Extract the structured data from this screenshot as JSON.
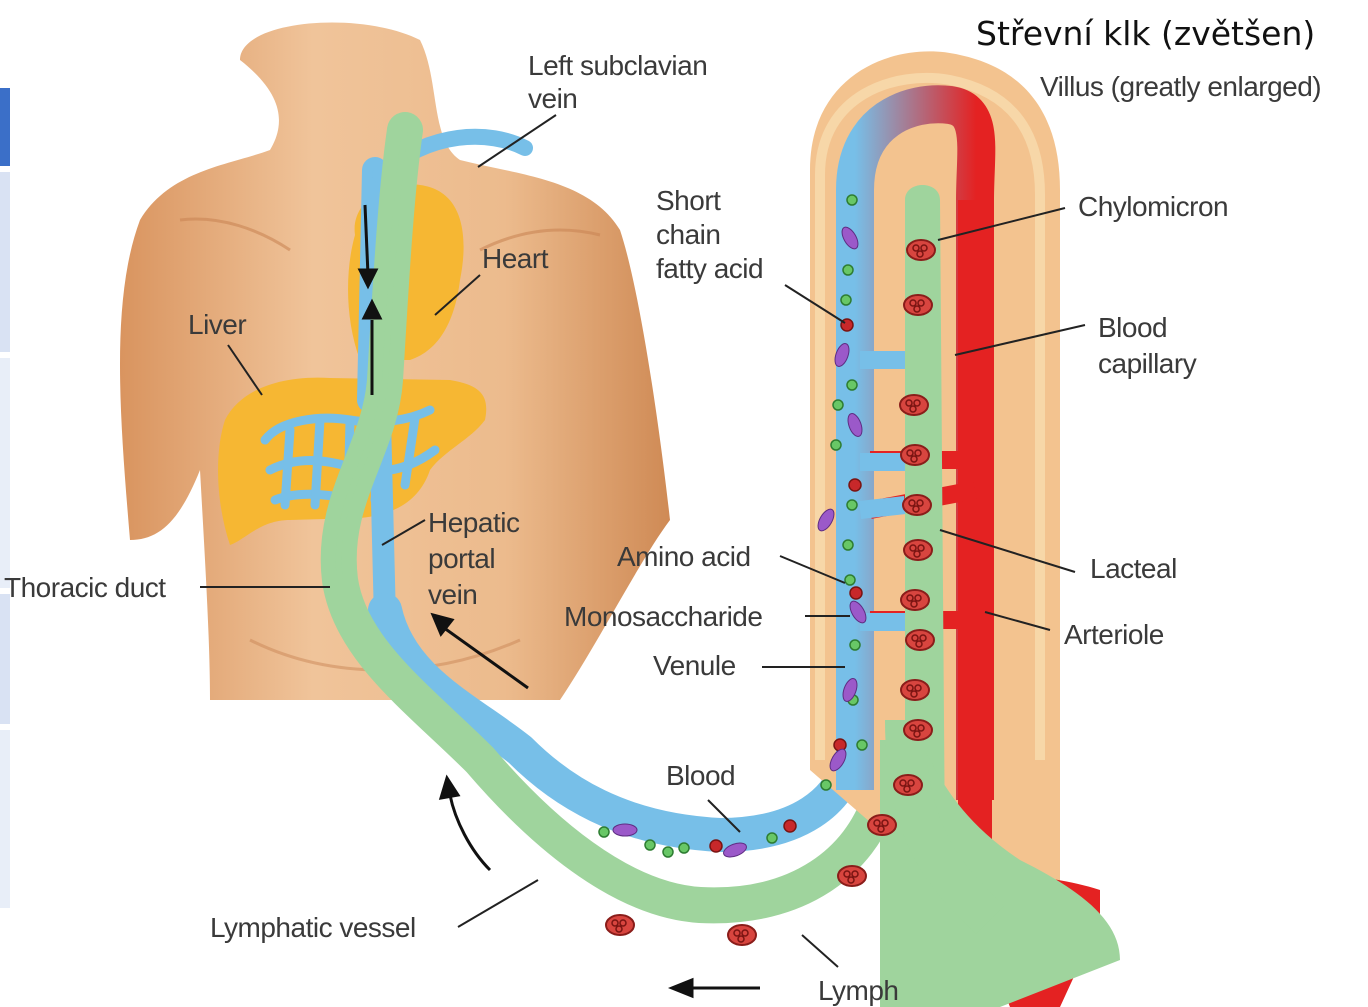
{
  "title": "Střevní klk (zvětšen)",
  "labels": {
    "villus": "Villus (greatly enlarged)",
    "left_subclavian_1": "Left subclavian",
    "left_subclavian_2": "vein",
    "heart": "Heart",
    "liver": "Liver",
    "short_chain_1": "Short",
    "short_chain_2": "chain",
    "short_chain_3": "fatty acid",
    "chylomicron": "Chylomicron",
    "blood_capillary_1": "Blood",
    "blood_capillary_2": "capillary",
    "hepatic_1": "Hepatic",
    "hepatic_2": "portal",
    "hepatic_3": "vein",
    "thoracic_duct": "Thoracic duct",
    "amino_acid": "Amino acid",
    "monosaccharide": "Monosaccharide",
    "venule": "Venule",
    "lacteal": "Lacteal",
    "arteriole": "Arteriole",
    "blood": "Blood",
    "lymphatic_vessel": "Lymphatic vessel",
    "lymph": "Lymph"
  },
  "colors": {
    "skin": "#e9b487",
    "lymph": "#9fd49d",
    "blood_vessel": "#77bfe8",
    "artery": "#e42222",
    "organ": "#f6b733",
    "villus_wall": "#f3c38f"
  },
  "sidebar_segments": [
    {
      "color": "#3b6fc8"
    },
    {
      "color": "#d9e2f3"
    },
    {
      "color": "#e8eef8"
    },
    {
      "color": "#d9e2f3"
    },
    {
      "color": "#e8eef8"
    }
  ]
}
